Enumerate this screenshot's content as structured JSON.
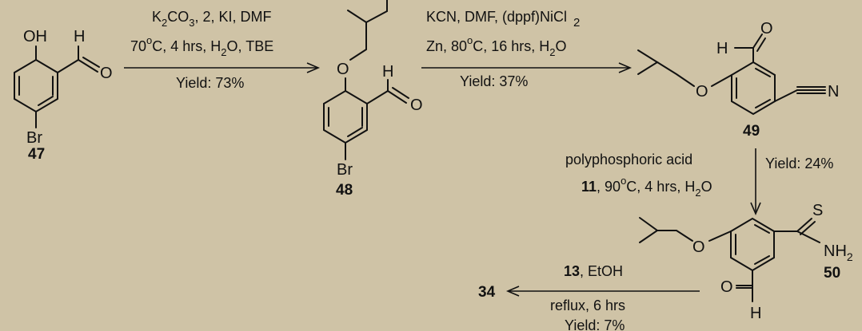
{
  "background": "#cfc3a6",
  "compounds": {
    "c47": {
      "number": "47",
      "oh": "OH",
      "h": "H",
      "o": "O",
      "br": "Br"
    },
    "c48": {
      "number": "48",
      "o_ether": "O",
      "h": "H",
      "o": "O",
      "br": "Br"
    },
    "c49": {
      "number": "49",
      "h": "H",
      "o_carbonyl": "O",
      "o_ether": "O",
      "n": "N"
    },
    "c50": {
      "number": "50",
      "o_ether": "O",
      "s": "S",
      "nh": "NH",
      "nh_sub": "2",
      "o": "O",
      "h": "H"
    },
    "c34": {
      "number": "34"
    }
  },
  "steps": {
    "step1": {
      "line1": {
        "k": "K",
        "k_sub": "2",
        "co": "CO",
        "co_sub": "3",
        "rest": ", 2, KI, DMF"
      },
      "line2": {
        "temp": "70",
        "deg": "o",
        "c_time": "C, 4 hrs, H",
        "h_sub": "2",
        "rest": "O, TBE"
      },
      "yield": "Yield: 73%"
    },
    "step2": {
      "line1": {
        "text": "KCN, DMF, (dppf)NiCl",
        "sub": "2"
      },
      "line2": {
        "start": "Zn, 80",
        "deg": "o",
        "c_time": "C, 16 hrs, H",
        "h_sub": "2",
        "end": "O"
      },
      "yield": "Yield: 37%"
    },
    "step3": {
      "line1": "polyphosphoric acid",
      "line2": {
        "reagent": "11",
        "temp": ", 90",
        "deg": "o",
        "c_time": "C, 4 hrs, H",
        "h_sub": "2",
        "end": "O"
      },
      "yield": "Yield: 24%"
    },
    "step4": {
      "line1": {
        "reagent": "13",
        "rest": ", EtOH"
      },
      "line2": "reflux, 6 hrs",
      "yield": "Yield: 7%"
    }
  }
}
